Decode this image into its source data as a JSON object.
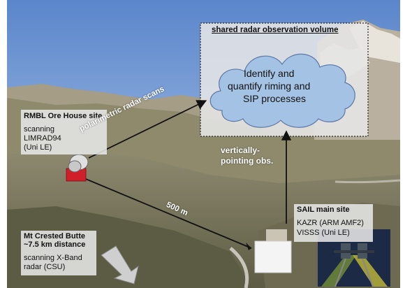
{
  "volume": {
    "title": "shared radar observation volume",
    "cloud_lines": [
      "Identify and",
      "quantify riming and",
      "SIP processes"
    ]
  },
  "rmbl": {
    "title": "RMBL Ore House site",
    "lines": [
      "scanning",
      "LIMRAD94",
      "(Uni LE)"
    ]
  },
  "sail": {
    "title": "SAIL main site",
    "lines": [
      "KAZR (ARM AMF2)",
      "VISSS (Uni LE)"
    ]
  },
  "crested": {
    "title_lines": [
      "Mt Crested Butte",
      "~7.5 km distance"
    ],
    "lines": [
      "scanning X-Band",
      "radar (CSU)"
    ]
  },
  "annotations": {
    "scans": "polarimetric radar scans",
    "vertical_lines": [
      "vertically-",
      "pointing obs."
    ],
    "distance": "500 m"
  },
  "colors": {
    "sky_top": "#5b86cc",
    "sky_bottom": "#b9d0ea",
    "cloud_fill": "#a4c2e4",
    "cloud_stroke": "#5b78a6",
    "box_fill": "#e6e6e6",
    "radar_red": "#d01e2a"
  }
}
